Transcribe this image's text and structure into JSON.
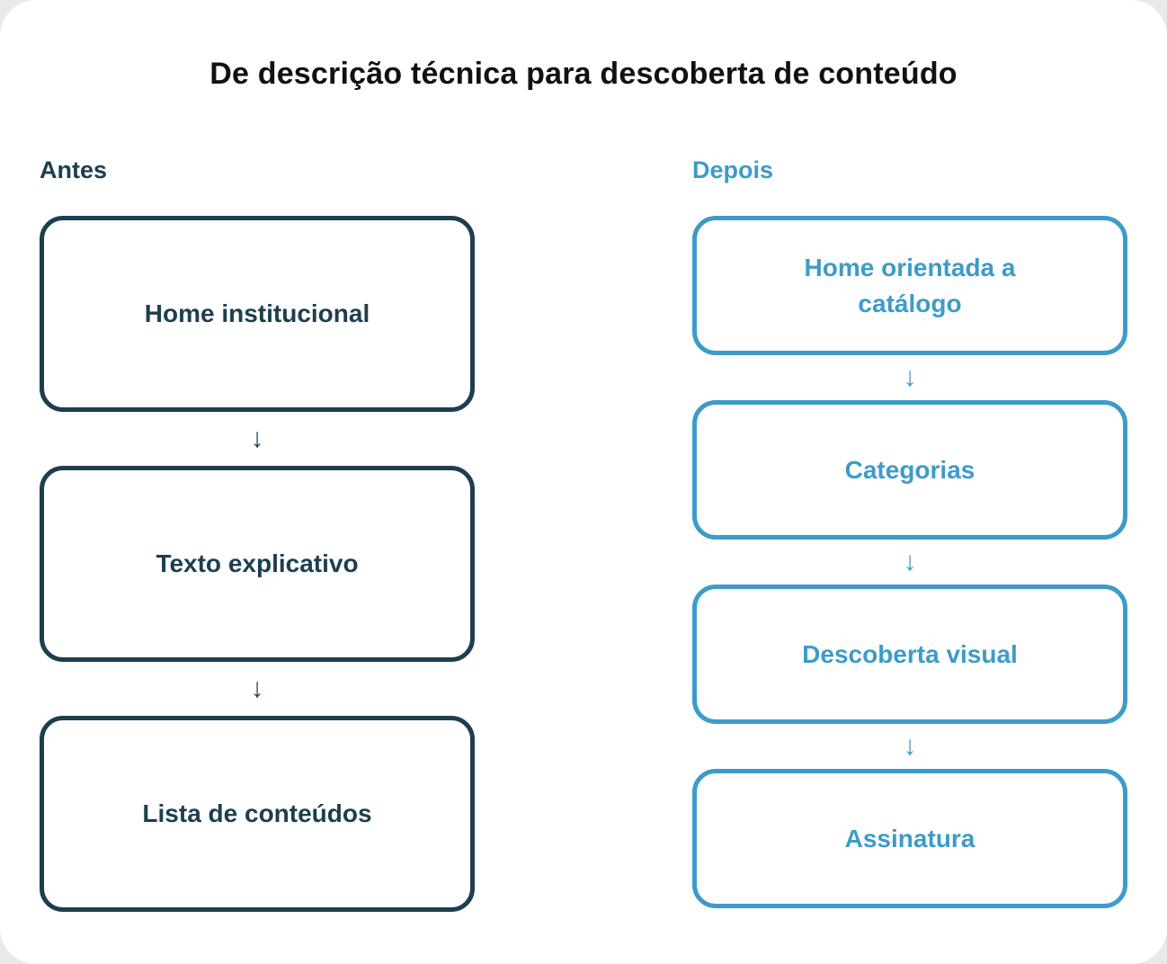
{
  "title": "De descrição técnica para descoberta de conteúdo",
  "arrow_glyph": "↓",
  "colors": {
    "title": "#111111",
    "before_accent": "#1D3E4F",
    "after_accent": "#3D9BC9",
    "box_background": "#FFFFFF"
  },
  "columns": {
    "before": {
      "label": "Antes",
      "items": [
        "Home institucional",
        "Texto explicativo",
        "Lista de conteúdos"
      ]
    },
    "after": {
      "label": "Depois",
      "items": [
        "Home orientada a catálogo",
        "Categorias",
        "Descoberta visual",
        "Assinatura"
      ]
    }
  }
}
